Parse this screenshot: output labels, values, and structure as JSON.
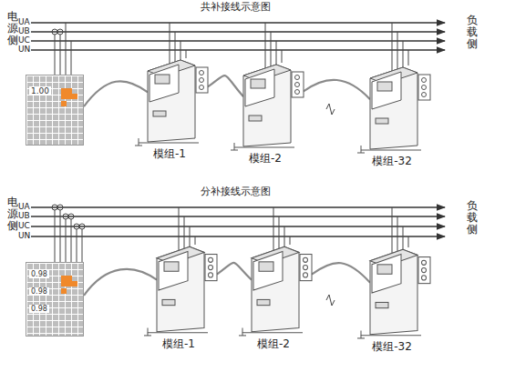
{
  "diagram": {
    "nodes": [
      {
        "text": [
          "1.00"
        ]
      },
      {
        "text": [
          "模组-1"
        ]
      },
      {
        "text": [
          "模组-2"
        ]
      },
      {
        "text": [
          "模组-32"
        ]
      },
      {
        "text": [
          "0.98",
          "0.98",
          "0.98"
        ]
      },
      {
        "text": [
          "模组-1"
        ]
      },
      {
        "text": [
          "模组-2"
        ]
      },
      {
        "text": [
          "模组-32"
        ]
      }
    ],
    "edges": [
      {
        "from": 0,
        "to": 1,
        "arrow": "none"
      },
      {
        "from": 1,
        "to": 2,
        "arrow": "none"
      },
      {
        "from": 2,
        "to": 3,
        "arrow": "none"
      },
      {
        "from": 4,
        "to": 5,
        "arrow": "none"
      },
      {
        "from": 5,
        "to": 6,
        "arrow": "none"
      },
      {
        "from": 6,
        "to": 7,
        "arrow": "none"
      }
    ],
    "labels": [
      "共补接线示意图",
      "电源侧",
      "负载侧",
      "UA",
      "UB",
      "UC",
      "UN",
      "分补接线示意图",
      "电源侧",
      "负载侧",
      "UA",
      "UB",
      "UC",
      "UN"
    ]
  }
}
